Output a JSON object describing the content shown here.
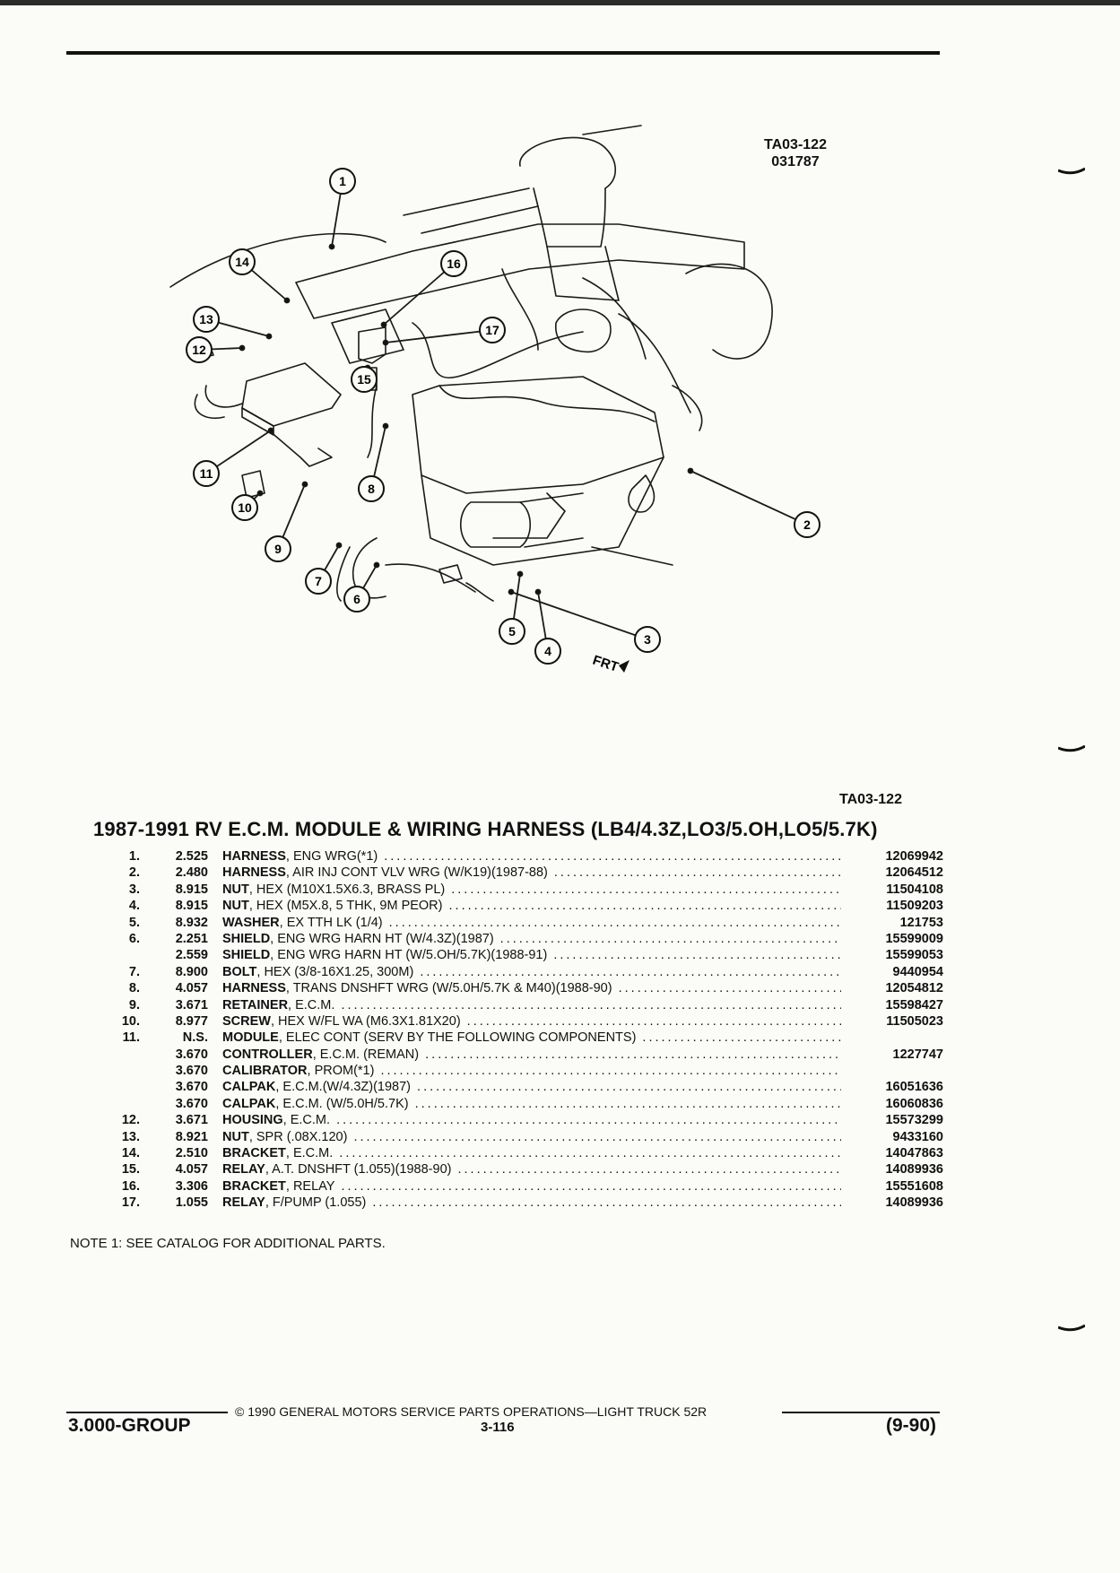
{
  "figure": {
    "id": "TA03-122",
    "date_code": "031787"
  },
  "illustration": {
    "callouts": [
      "1",
      "2",
      "3",
      "4",
      "5",
      "6",
      "7",
      "8",
      "9",
      "10",
      "11",
      "12",
      "13",
      "14",
      "15",
      "16",
      "17"
    ],
    "direction_label": "FRT"
  },
  "caption_id": "TA03-122",
  "catalog_title": "1987-1991 RV E.C.M. MODULE & WIRING HARNESS (LB4/4.3Z,LO3/5.OH,LO5/5.7K)",
  "parts": [
    {
      "item": "1.",
      "group": "2.525",
      "name": "HARNESS",
      "desc": ", ENG WRG(*1)",
      "part": "12069942"
    },
    {
      "item": "2.",
      "group": "2.480",
      "name": "HARNESS",
      "desc": ", AIR INJ CONT VLV WRG (W/K19)(1987-88)",
      "part": "12064512"
    },
    {
      "item": "3.",
      "group": "8.915",
      "name": "NUT",
      "desc": ", HEX (M10X1.5X6.3, BRASS PL)",
      "part": "11504108"
    },
    {
      "item": "4.",
      "group": "8.915",
      "name": "NUT",
      "desc": ", HEX (M5X.8, 5 THK, 9M PEOR)",
      "part": "11509203"
    },
    {
      "item": "5.",
      "group": "8.932",
      "name": "WASHER",
      "desc": ", EX TTH LK (1/4)",
      "part": "121753"
    },
    {
      "item": "6.",
      "group": "2.251",
      "name": "SHIELD",
      "desc": ", ENG WRG HARN HT (W/4.3Z)(1987)",
      "part": "15599009"
    },
    {
      "item": "",
      "group": "2.559",
      "name": "SHIELD",
      "desc": ", ENG WRG HARN HT (W/5.OH/5.7K)(1988-91)",
      "part": "15599053"
    },
    {
      "item": "7.",
      "group": "8.900",
      "name": "BOLT",
      "desc": ", HEX (3/8-16X1.25, 300M)",
      "part": "9440954"
    },
    {
      "item": "8.",
      "group": "4.057",
      "name": "HARNESS",
      "desc": ", TRANS DNSHFT WRG (W/5.0H/5.7K & M40)(1988-90)",
      "part": "12054812"
    },
    {
      "item": "9.",
      "group": "3.671",
      "name": "RETAINER",
      "desc": ", E.C.M.",
      "part": "15598427"
    },
    {
      "item": "10.",
      "group": "8.977",
      "name": "SCREW",
      "desc": ", HEX W/FL WA (M6.3X1.81X20)",
      "part": "11505023"
    },
    {
      "item": "11.",
      "group": "N.S.",
      "name": "MODULE",
      "desc": ", ELEC CONT (SERV BY THE FOLLOWING COMPONENTS)",
      "part": ""
    },
    {
      "item": "",
      "group": "3.670",
      "name": "CONTROLLER",
      "desc": ", E.C.M. (REMAN)",
      "part": "1227747"
    },
    {
      "item": "",
      "group": "3.670",
      "name": "CALIBRATOR",
      "desc": ", PROM(*1)",
      "part": ""
    },
    {
      "item": "",
      "group": "3.670",
      "name": "CALPAK",
      "desc": ", E.C.M.(W/4.3Z)(1987)",
      "part": "16051636"
    },
    {
      "item": "",
      "group": "3.670",
      "name": "CALPAK",
      "desc": ", E.C.M. (W/5.0H/5.7K)",
      "part": "16060836"
    },
    {
      "item": "12.",
      "group": "3.671",
      "name": "HOUSING",
      "desc": ", E.C.M.",
      "part": "15573299"
    },
    {
      "item": "13.",
      "group": "8.921",
      "name": "NUT",
      "desc": ", SPR (.08X.120)",
      "part": "9433160"
    },
    {
      "item": "14.",
      "group": "2.510",
      "name": "BRACKET",
      "desc": ", E.C.M.",
      "part": "14047863"
    },
    {
      "item": "15.",
      "group": "4.057",
      "name": "RELAY",
      "desc": ", A.T. DNSHFT (1.055)(1988-90)",
      "part": "14089936"
    },
    {
      "item": "16.",
      "group": "3.306",
      "name": "BRACKET",
      "desc": ", RELAY",
      "part": "15551608"
    },
    {
      "item": "17.",
      "group": "1.055",
      "name": "RELAY",
      "desc": ", F/PUMP (1.055)",
      "part": "14089936"
    }
  ],
  "note": "NOTE  1:  SEE CATALOG FOR ADDITIONAL PARTS.",
  "footer": {
    "copyright": "© 1990 GENERAL MOTORS SERVICE PARTS OPERATIONS—LIGHT TRUCK 52R",
    "group": "3.000-GROUP",
    "page": "3-116",
    "revision": "(9-90)"
  }
}
